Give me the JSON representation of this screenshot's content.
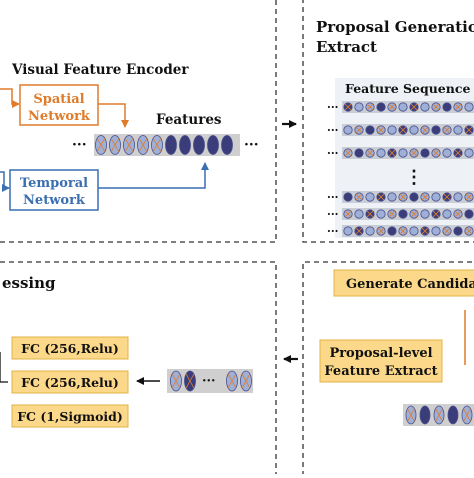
{
  "encoder": {
    "title": "Visual Feature Encoder",
    "spatial_line1": "Spatial",
    "spatial_line2": "Network",
    "temporal_line1": "Temporal",
    "temporal_line2": "Network",
    "features_label": "Features",
    "ellipsis": "···"
  },
  "proposal": {
    "title_line1": "Proposal Generation",
    "title_line2": "Extract",
    "sequence_label": "Feature Sequence",
    "ellipsis_vertical": "⋮",
    "generate_label": "Generate Candidat",
    "extract_line1": "Proposal-level",
    "extract_line2": "Feature Extract"
  },
  "postprocess": {
    "title": "essing",
    "fc1": "FC (256,Relu)",
    "fc2": "FC (256,Relu)",
    "fc3": "FC (1,Sigmoid)",
    "ellipsis": "···"
  },
  "colors": {
    "orange": "#e07b2a",
    "blue": "#3a6fb0",
    "yellow_fill": "#fcd98a",
    "gray_strip": "#cfcfcf",
    "dark_ellipse": "#3a3d7a",
    "light_ellipse": "#9fb0d8",
    "panel_bg": "#eef1f5"
  }
}
